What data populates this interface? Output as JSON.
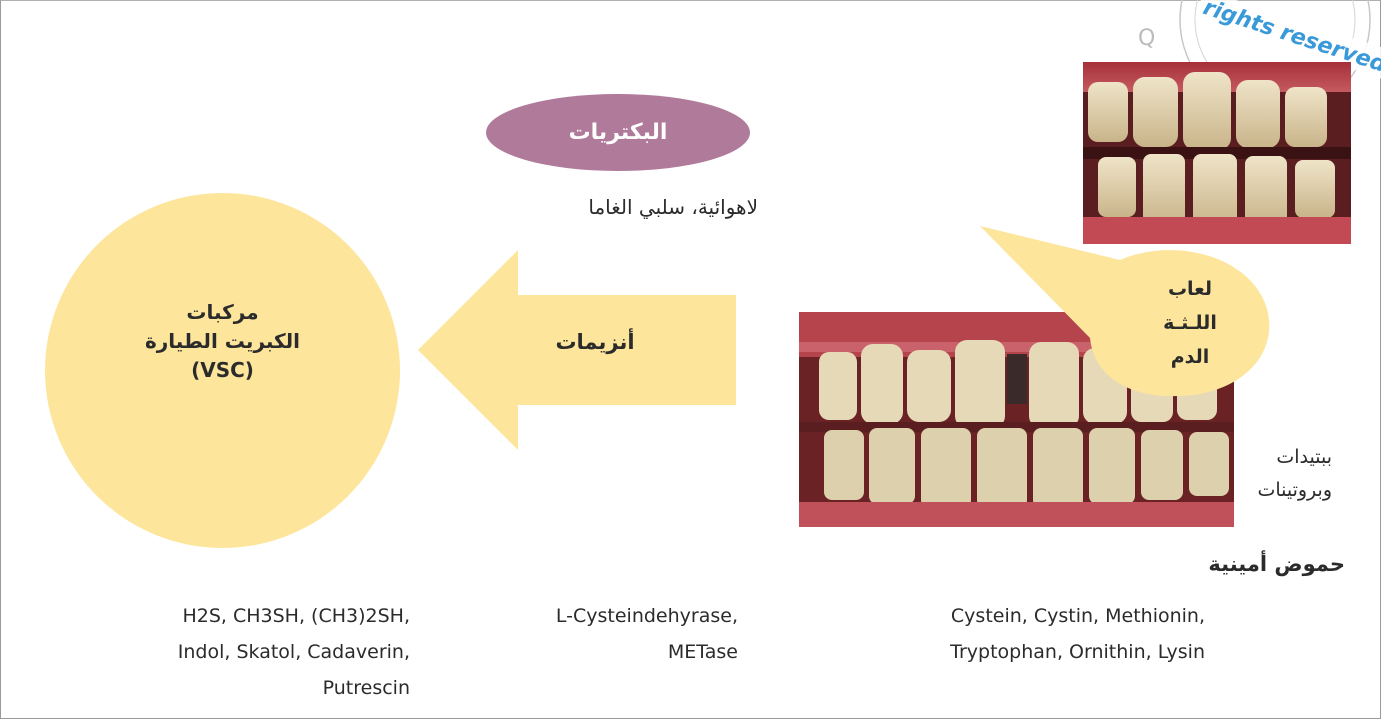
{
  "bacteria": {
    "label": "البكتريات",
    "description": "لاهوائية، سلبي الغاما"
  },
  "enzymes": {
    "label": "أنزيمات",
    "examples": [
      "L-Cysteindehyrase,",
      "METase"
    ]
  },
  "vsc": {
    "lines": [
      "مركبات",
      "الكبريت الطيارة",
      "(VSC)"
    ],
    "examples": [
      "H2S, CH3SH, (CH3)2SH,",
      "Indol, Skatol, Cadaverin,",
      "Putrescin"
    ]
  },
  "sources": {
    "bubble_lines": [
      "لعاب",
      "اللـثـة",
      "الدم"
    ],
    "peptides_lines": [
      "ببتيدات",
      "وبروتينات"
    ]
  },
  "amino_acids": {
    "title": "حموض أمينية",
    "examples": [
      "Cystein, Cystin, Methionin,",
      "Tryptophan, Ornithin, Lysin"
    ]
  },
  "watermark": {
    "text": "rights reserved"
  },
  "colors": {
    "bacteria_pill": "#b07a9a",
    "vsc_circle": "#fde59c",
    "arrow": "#fde59c",
    "bubble": "#fde59c",
    "stamp": "#3a9ad9"
  }
}
